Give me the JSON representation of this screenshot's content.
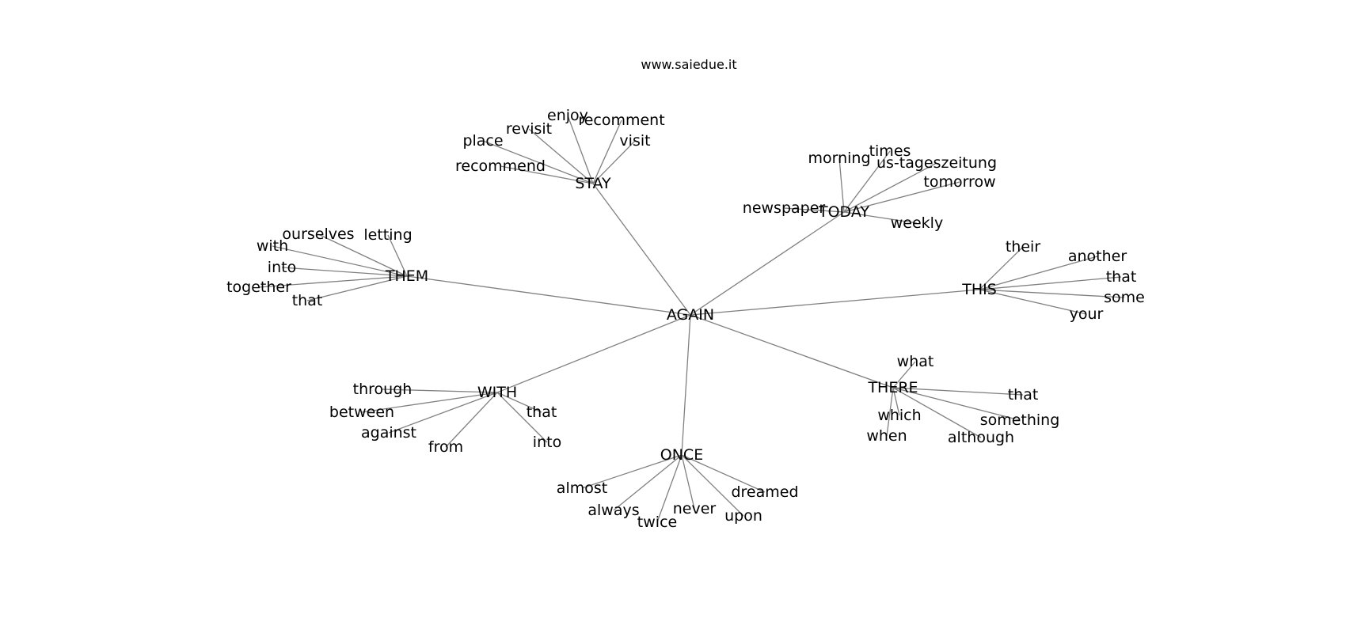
{
  "title": "www.saiedue.it",
  "colors": {
    "edge": "#808080",
    "text": "#000000",
    "background": "#ffffff"
  },
  "root": "AGAIN",
  "hubs": [
    {
      "id": "STAY",
      "leaves": [
        "recommend",
        "place",
        "revisit",
        "enjoy",
        "recomment",
        "visit"
      ]
    },
    {
      "id": "TODAY",
      "leaves": [
        "newspaper",
        "morning",
        "times",
        "us-tageszeitung",
        "tomorrow",
        "weekly"
      ]
    },
    {
      "id": "THEM",
      "leaves": [
        "with",
        "ourselves",
        "letting",
        "into",
        "together",
        "that"
      ]
    },
    {
      "id": "THIS",
      "leaves": [
        "their",
        "another",
        "that",
        "some",
        "your"
      ]
    },
    {
      "id": "WITH",
      "leaves": [
        "through",
        "between",
        "against",
        "from",
        "that",
        "into"
      ]
    },
    {
      "id": "THERE",
      "leaves": [
        "what",
        "that",
        "which",
        "something",
        "when",
        "although"
      ]
    },
    {
      "id": "ONCE",
      "leaves": [
        "almost",
        "always",
        "twice",
        "never",
        "upon",
        "dreamed"
      ]
    }
  ]
}
